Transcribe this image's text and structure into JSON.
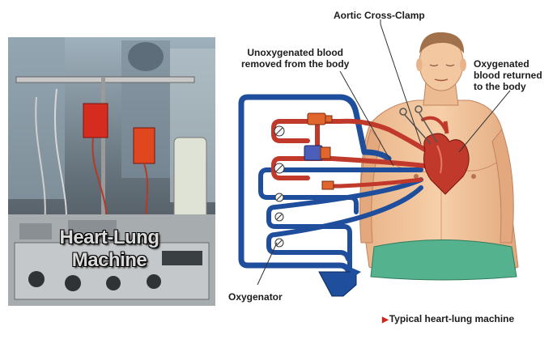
{
  "photo": {
    "label_line1": "Heart-Lung",
    "label_line2": "Machine"
  },
  "labels": {
    "aortic_clamp": "Aortic Cross-Clamp",
    "unoxygenated_line1": "Unoxygenated blood",
    "unoxygenated_line2": "removed from the body",
    "oxygenated_line1": "Oxygenated",
    "oxygenated_line2": "blood returned",
    "oxygenated_line3": "to the body",
    "oxygenator": "Oxygenator",
    "caption": "Typical heart-lung machine"
  },
  "colors": {
    "oxygenated_tube": "#c0392b",
    "unoxygenated_tube": "#1f4e9c",
    "skin": "#f1c29a",
    "gown": "#55b28e"
  }
}
